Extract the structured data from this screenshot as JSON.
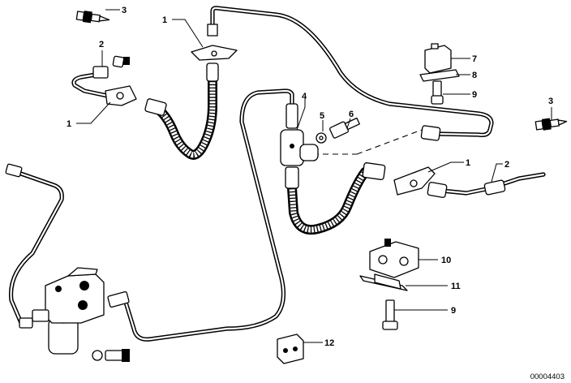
{
  "diagram": {
    "catalog_number": "00004403",
    "callouts": [
      {
        "id": "c3a",
        "label": "3"
      },
      {
        "id": "c1a",
        "label": "1"
      },
      {
        "id": "c2a",
        "label": "2"
      },
      {
        "id": "c1b",
        "label": "1"
      },
      {
        "id": "c7",
        "label": "7"
      },
      {
        "id": "c8",
        "label": "8"
      },
      {
        "id": "c9a",
        "label": "9"
      },
      {
        "id": "c3b",
        "label": "3"
      },
      {
        "id": "c4",
        "label": "4"
      },
      {
        "id": "c5",
        "label": "5"
      },
      {
        "id": "c6",
        "label": "6"
      },
      {
        "id": "c1c",
        "label": "1"
      },
      {
        "id": "c2b",
        "label": "2"
      },
      {
        "id": "c10",
        "label": "10"
      },
      {
        "id": "c11",
        "label": "11"
      },
      {
        "id": "c9b",
        "label": "9"
      },
      {
        "id": "c12",
        "label": "12"
      }
    ]
  }
}
